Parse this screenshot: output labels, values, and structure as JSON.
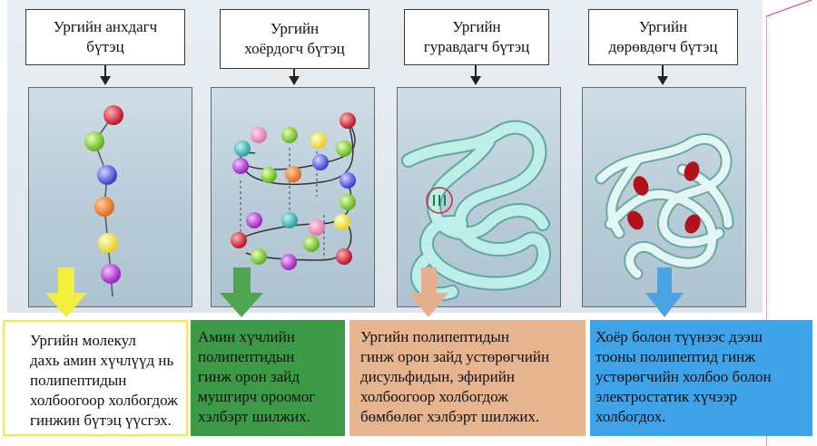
{
  "structures": [
    {
      "id": "primary",
      "title": [
        "Ургийн анхдагч",
        "бүтэц"
      ],
      "arrow_color": "#f2ef3a",
      "desc_bg": "#ffffff",
      "description": [
        "Ургийн молекул",
        "дахь амин хүчлүүд нь",
        "полипептидын",
        "холбоогоор холбогдож",
        "гинжин бүтэц үүсгэх."
      ]
    },
    {
      "id": "secondary",
      "title": [
        "Ургийн",
        "хоёрдогч бүтэц"
      ],
      "arrow_color": "#4ea64e",
      "desc_bg": "#3c9a46",
      "description": [
        "Амин хүчлийн",
        "полипептидын",
        "гинж орон зайд",
        "мушгирч ороомог",
        "хэлбэрт шилжих."
      ]
    },
    {
      "id": "tertiary",
      "title": [
        "Ургийн",
        "гуравдагч бүтэц"
      ],
      "arrow_color": "#e5b08f",
      "desc_bg": "#e6b48f",
      "description": [
        "Ургийн полипептидын",
        "гинж орон зайд устөрөгчийн",
        "дисульфидын, эфирийн",
        "холбоогоор холбогдож",
        "бөмбөлөг хэлбэрт шилжих."
      ]
    },
    {
      "id": "quaternary",
      "title": [
        "Ургийн",
        "дөрөвдөгч бүтэц"
      ],
      "arrow_color": "#4aa3e3",
      "desc_bg": "#3ea3e8",
      "description": [
        "Хоёр болон түүнээс дээш",
        "тооны полипептид гинж",
        "устөрөгчийн холбоо болон",
        "электростатик хүчээр",
        "холбогдох."
      ]
    }
  ]
}
